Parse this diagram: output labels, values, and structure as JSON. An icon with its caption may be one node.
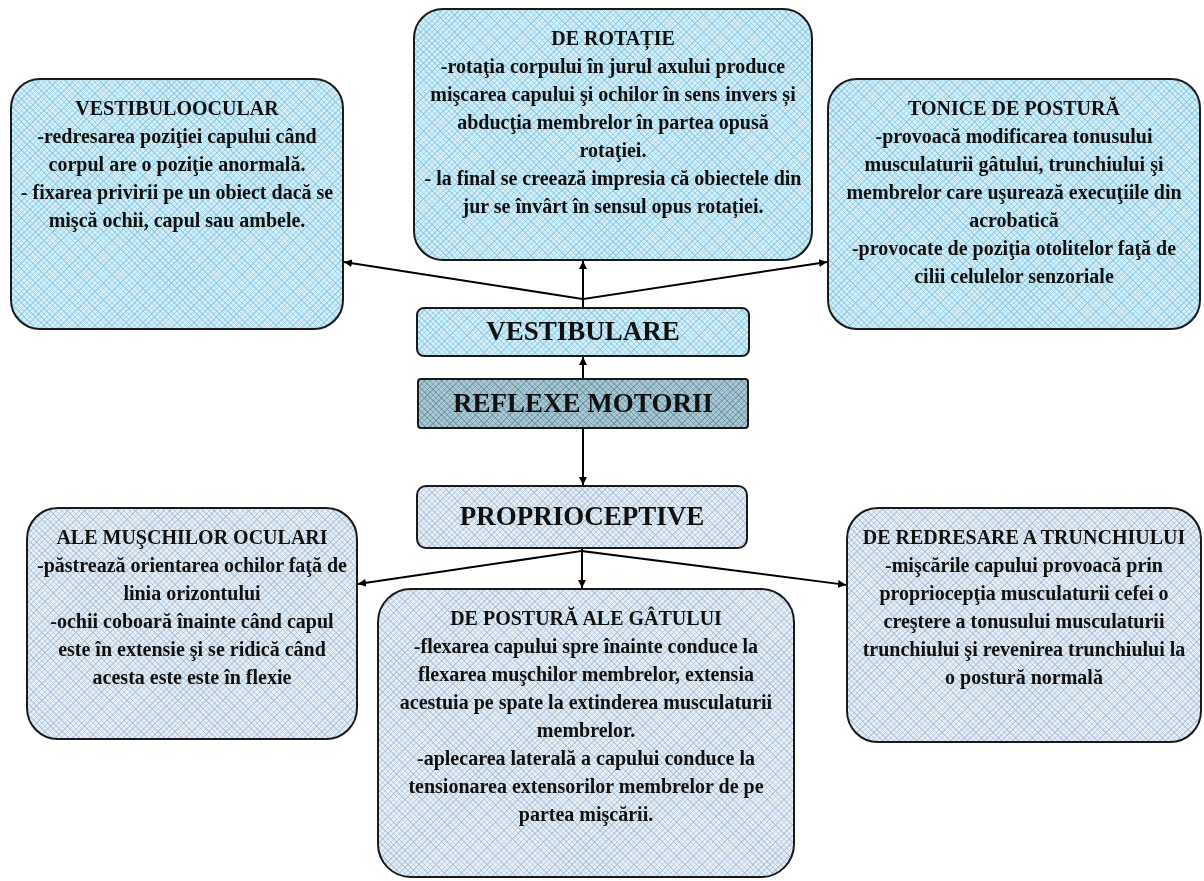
{
  "diagram": {
    "nodes": [
      {
        "text": [
          "VESTIBULOOCULAR",
          "-redresarea poziţiei capului când corpul are o poziţie anormală.",
          "- fixarea privirii pe un obiect dacă se mişcă ochii, capul sau ambele."
        ]
      },
      {
        "text": [
          "DE ROTAȚIE",
          "-rotaţia corpului în jurul axului produce mişcarea capului şi ochilor în sens invers și abducţia membrelor în partea opusă rotaţiei.",
          "- la final se creează impresia că obiectele din jur se învârt în sensul opus rotației."
        ]
      },
      {
        "text": [
          "TONICE DE POSTURĂ",
          "-provoacă modificarea tonusului musculaturii gâtului, trunchiului şi membrelor care uşurează execuţiile din acrobatică",
          "-provocate de poziţia otolitelor faţă de cilii celulelor senzoriale"
        ]
      },
      {
        "text": [
          "VESTIBULARE"
        ]
      },
      {
        "text": [
          "REFLEXE MOTORII"
        ]
      },
      {
        "text": [
          "PROPRIOCEPTIVE"
        ]
      },
      {
        "text": [
          "ALE MUŞCHILOR OCULARI",
          "-păstrează orientarea ochilor faţă de linia orizontului",
          "-ochii coboară înainte când capul este în extensie şi se ridică când acesta este este în flexie"
        ]
      },
      {
        "text": [
          "DE POSTURĂ ALE GÂTULUI",
          "-flexarea capului spre înainte conduce la flexarea muşchilor membrelor, extensia acestuia pe spate la extinderea musculaturii membrelor.",
          "-aplecarea laterală a capului conduce la tensionarea extensorilor membrelor de pe partea mişcării."
        ]
      },
      {
        "text": [
          "DE REDRESARE A TRUNCHIULUI",
          "-mişcările capului provoacă prin  propriocepţia musculaturii cefei o creştere a tonusului musculaturii trunchiului şi revenirea trunchiului la o postură normală"
        ]
      }
    ],
    "edges": [
      {
        "from": 4,
        "to": 3,
        "arrow": "to"
      },
      {
        "from": 3,
        "to": 0,
        "arrow": "to"
      },
      {
        "from": 3,
        "to": 1,
        "arrow": "to"
      },
      {
        "from": 3,
        "to": 2,
        "arrow": "to"
      },
      {
        "from": 4,
        "to": 5,
        "arrow": "to"
      },
      {
        "from": 5,
        "to": 6,
        "arrow": "to"
      },
      {
        "from": 5,
        "to": 7,
        "arrow": "to"
      },
      {
        "from": 5,
        "to": 8,
        "arrow": "to"
      }
    ]
  }
}
